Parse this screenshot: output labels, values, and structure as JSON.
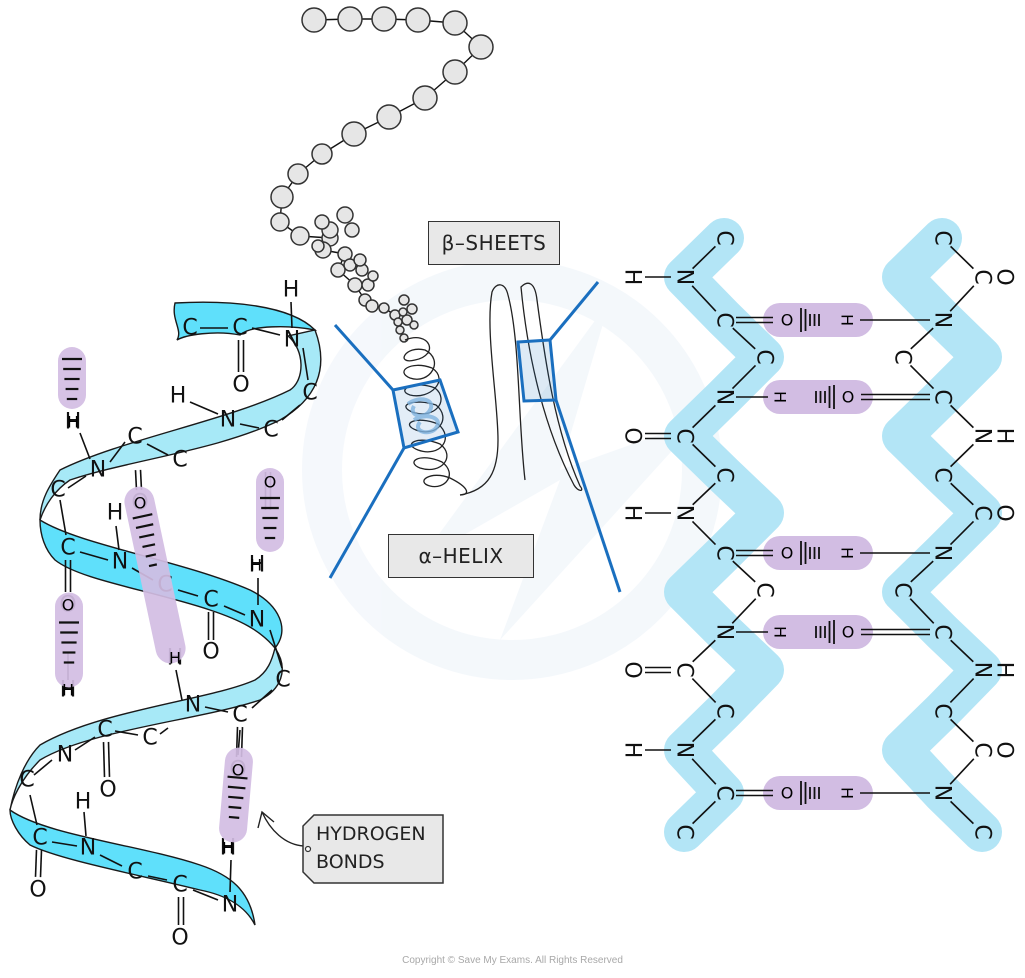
{
  "title": "Protein secondary structure: alpha-helix and beta-pleated sheets",
  "labels": {
    "beta_sheets": "β–SHEETS",
    "alpha_helix": "α–HELIX",
    "hydrogen_bonds_line1": "HYDROGEN",
    "hydrogen_bonds_line2": "BONDS"
  },
  "copyright": "Copyright © Save My Exams. All Rights Reserved",
  "colors": {
    "backbone_light": "#a7e9f7",
    "backbone_dark": "#5fe0fb",
    "sheet_backbone": "#b3e5f6",
    "hbond_fill": "#d2bde3",
    "zoom_box": "#1a6fbf",
    "bead_fill": "#e6e6e6",
    "label_fill": "#e8e8e8"
  },
  "atoms": {
    "carbon": "C",
    "nitrogen": "N",
    "oxygen": "O",
    "hydrogen": "H"
  },
  "beta_sheet": {
    "left_strand": [
      "C",
      "N",
      "C",
      "C",
      "N",
      "C",
      "C",
      "N",
      "C",
      "C",
      "N",
      "C",
      "C"
    ],
    "right_strand": [
      "C",
      "C",
      "N",
      "C",
      "C",
      "N",
      "C",
      "C",
      "N",
      "C",
      "C",
      "N",
      "C"
    ],
    "hydrogen_bond_count": 5
  }
}
